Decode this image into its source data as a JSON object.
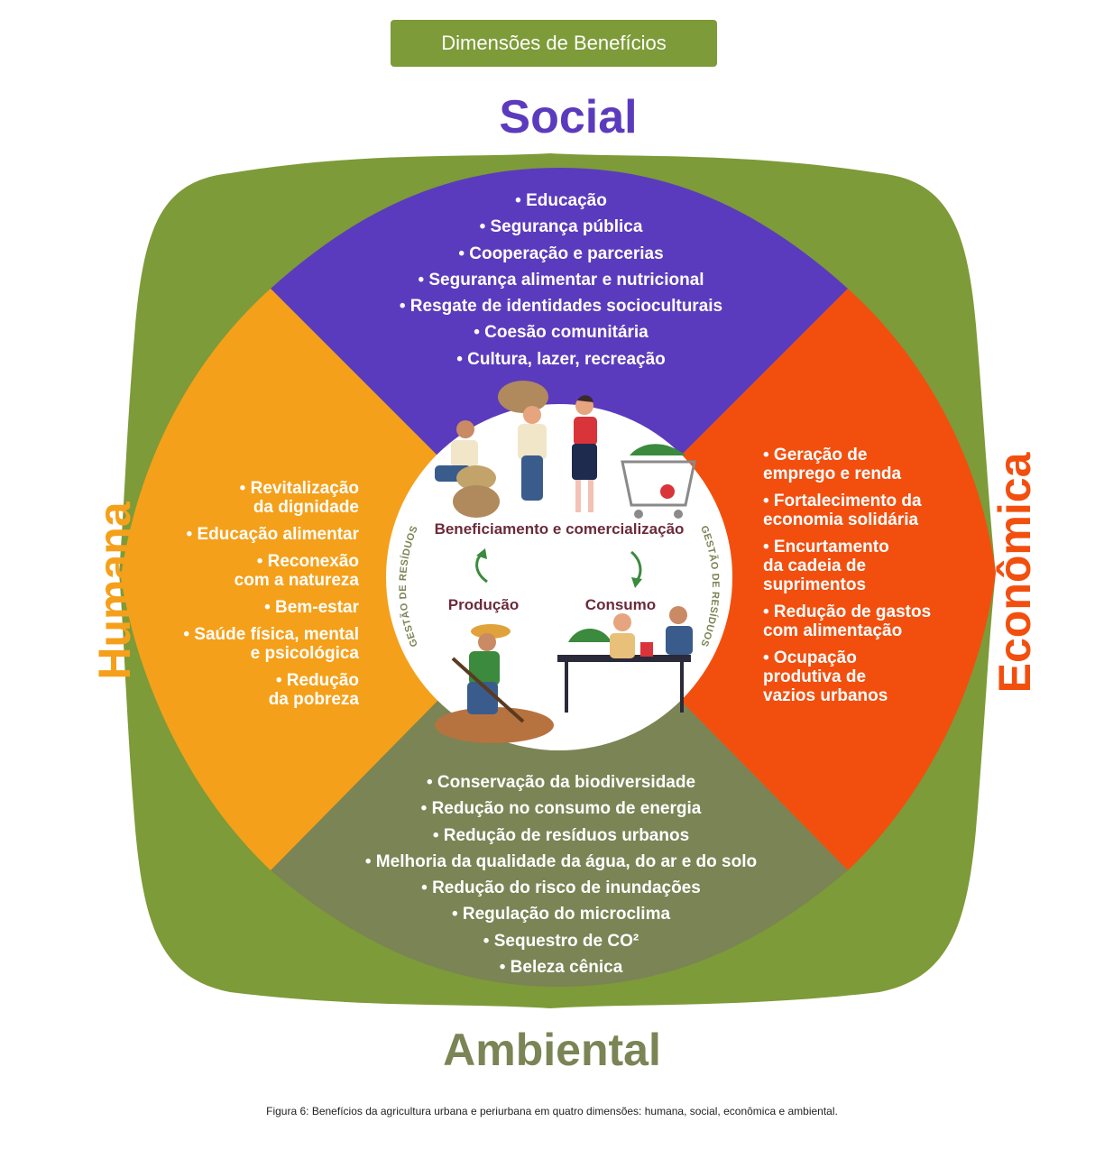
{
  "header": {
    "title": "Dimensões de Benefícios"
  },
  "dimensions": {
    "social": {
      "label": "Social",
      "color": "#5b3bbd",
      "items": [
        "• Educação",
        "• Segurança pública",
        "• Cooperação e parcerias",
        "• Segurança alimentar e nutricional",
        "• Resgate de identidades socioculturais",
        "• Coesão comunitária",
        "• Cultura, lazer, recreação"
      ]
    },
    "humana": {
      "label": "Humana",
      "color": "#f5a01a",
      "items": [
        "• Revitalização\nda dignidade",
        "• Educação alimentar",
        "• Reconexão\ncom a natureza",
        "• Bem-estar",
        "• Saúde física, mental\ne psicológica",
        "• Redução\nda pobreza"
      ]
    },
    "economica": {
      "label": "Econômica",
      "color": "#f24f0f",
      "items": [
        "• Geração de\nemprego e renda",
        "• Fortalecimento da\neconomia solidária",
        "• Encurtamento\nda cadeia de\nsuprimentos",
        "• Redução de gastos\ncom alimentação",
        "• Ocupação\nprodutiva de\nvazios urbanos"
      ]
    },
    "ambiental": {
      "label": "Ambiental",
      "color": "#7b8455",
      "items": [
        "• Conservação da biodiversidade",
        "• Redução no consumo de energia",
        "• Redução de resíduos urbanos",
        "• Melhoria da qualidade da água, do ar e do solo",
        "• Redução do risco de inundações",
        "• Regulação do microclima",
        "• Sequestro de CO²",
        "• Beleza cênica"
      ]
    }
  },
  "cycle": {
    "top": "Beneficiamento e comercialização",
    "left": "Produção",
    "right": "Consumo",
    "side_label": "GESTÃO DE RESÍDUOS"
  },
  "caption": "Figura 6: Benefícios da agricultura urbana e periurbana em quatro dimensões: humana, social, econômica e ambiental.",
  "colors": {
    "outer_green": "#7d9b38",
    "social": "#5b3bbd",
    "humana": "#f5a01a",
    "economica": "#f24f0f",
    "ambiental": "#7b8455",
    "cycle_text": "#6b2b3a",
    "cycle_arrow": "#3b8a3e"
  }
}
